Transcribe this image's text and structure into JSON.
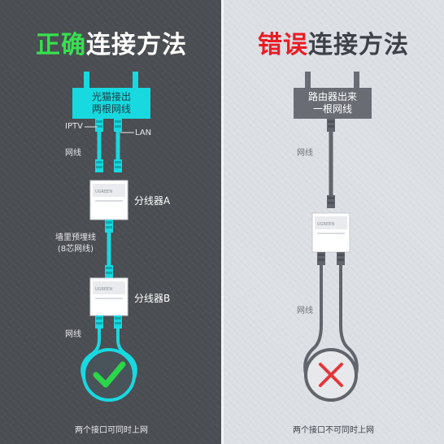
{
  "left": {
    "title_accent": "正确",
    "title_rest": "连接方法",
    "top_box": [
      "光猫接出",
      "两根网线"
    ],
    "port_iptv": "IPTV",
    "port_lan": "LAN",
    "cable_top": "网线",
    "splitter_a": "分线器A",
    "wall_cable": [
      "墙里预埋线",
      "(8芯网线)"
    ],
    "splitter_b": "分线器B",
    "cable_bottom": "网线",
    "result": "两个接口可同时上网",
    "result_symbol": "check-mark"
  },
  "right": {
    "title_accent": "错误",
    "title_rest": "连接方法",
    "top_box": [
      "路由器出来",
      "一根网线"
    ],
    "cable_top": "网线",
    "cable_bottom": "网线",
    "result": "两个接口不可同时上网",
    "result_symbol": "cross-mark"
  },
  "device_brand": "UGREEN",
  "colors": {
    "accent_cyan": "#18d9e0",
    "check_green": "#2bd64a",
    "cross_red": "#e2363a",
    "panel_dark": "#4a4d52",
    "panel_light": "#dde0e5"
  }
}
